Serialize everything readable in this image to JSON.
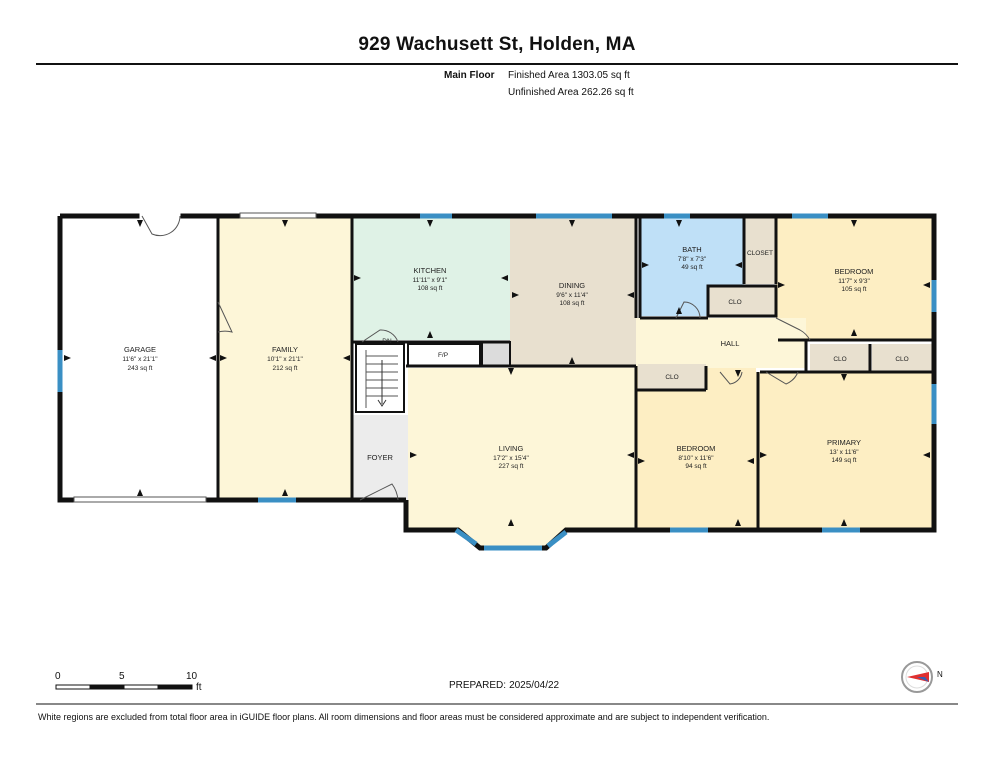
{
  "header": {
    "title": "929 Wachusett St, Holden, MA",
    "floor_label": "Main Floor",
    "finished_area": "Finished Area 1303.05 sq ft",
    "unfinished_area": "Unfinished Area 262.26 sq ft"
  },
  "rooms": {
    "garage": {
      "name": "GARAGE",
      "dims": "11'6\" x 21'1\"",
      "area": "243 sq ft"
    },
    "family": {
      "name": "FAMILY",
      "dims": "10'1\" x 21'1\"",
      "area": "212 sq ft"
    },
    "kitchen": {
      "name": "KITCHEN",
      "dims": "11'11\" x 9'1\"",
      "area": "108 sq ft"
    },
    "dining": {
      "name": "DINING",
      "dims": "9'6\" x 11'4\"",
      "area": "108 sq ft"
    },
    "bath": {
      "name": "BATH",
      "dims": "7'8\" x 7'3\"",
      "area": "49 sq ft"
    },
    "bedroom1": {
      "name": "BEDROOM",
      "dims": "11'7\" x 9'3\"",
      "area": "105 sq ft"
    },
    "living": {
      "name": "LIVING",
      "dims": "17'2\" x 15'4\"",
      "area": "227 sq ft"
    },
    "bedroom2": {
      "name": "BEDROOM",
      "dims": "8'10\" x 11'6\"",
      "area": "94 sq ft"
    },
    "primary": {
      "name": "PRIMARY",
      "dims": "13' x 11'6\"",
      "area": "149 sq ft"
    }
  },
  "labels": {
    "hall": "HALL",
    "foyer": "FOYER",
    "dn": "DN",
    "fp": "F/P",
    "closet": "CLOSET",
    "clo": "CLO"
  },
  "scale": {
    "ticks": [
      "0",
      "5",
      "10"
    ],
    "unit": "ft"
  },
  "prepared": {
    "label": "PREPARED:",
    "date": "2025/04/22"
  },
  "compass": {
    "letter": "N",
    "icon": "compass-icon"
  },
  "disclaimer": "White regions are excluded from total floor area in iGUIDE floor plans. All room dimensions and floor areas must be considered approximate and are subject to independent verification.",
  "colors": {
    "garage": "#ffffff",
    "family": "#fdf6d8",
    "kitchen": "#dff2e6",
    "dining": "#e8e0cf",
    "bath": "#bfe0f7",
    "bedroom": "#fdeec3",
    "living": "#fdf6d8",
    "hall": "#fdf6d8",
    "closet": "#e8e0cf",
    "foyer": "#ececec",
    "window": "#3a8fc4",
    "wall": "#111111"
  }
}
